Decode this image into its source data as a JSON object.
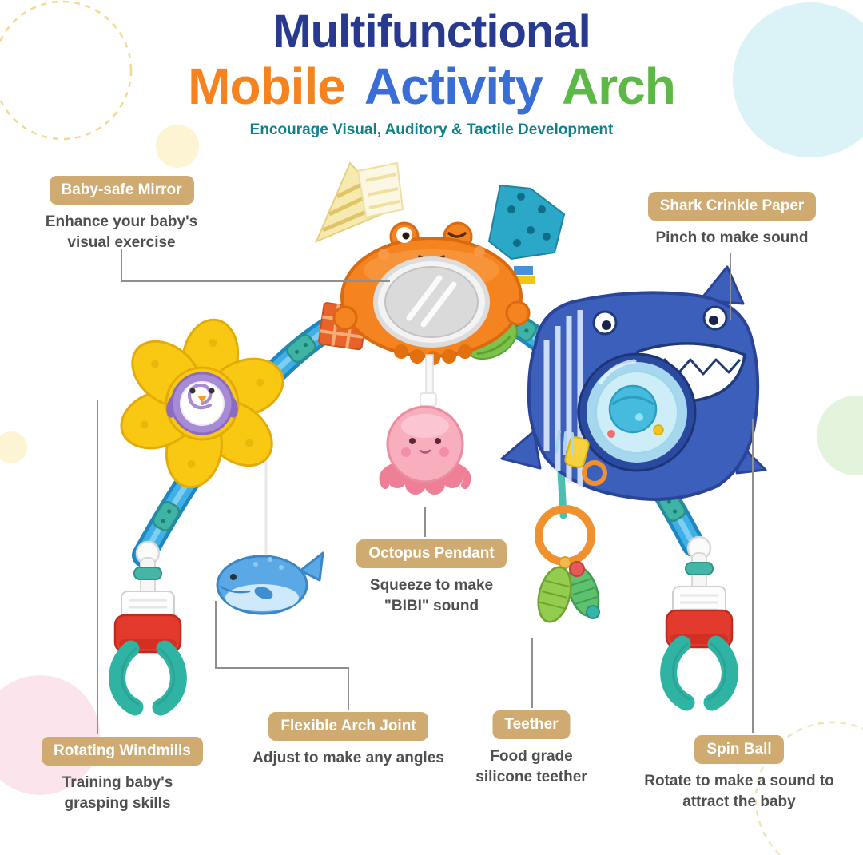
{
  "header": {
    "title_line1": "Multifunctional",
    "title_word_mobile": "Mobile",
    "title_word_activity": "Activity",
    "title_word_arch": "Arch",
    "subtitle": "Encourage Visual, Auditory & Tactile Development"
  },
  "callouts": {
    "mirror": {
      "label": "Baby-safe Mirror",
      "desc": "Enhance your baby's visual exercise"
    },
    "shark": {
      "label": "Shark Crinkle Paper",
      "desc": "Pinch to make sound"
    },
    "octopus": {
      "label": "Octopus Pendant",
      "desc": "Squeeze to make \"BIBI\" sound"
    },
    "windmills": {
      "label": "Rotating Windmills",
      "desc": "Training baby's grasping skills"
    },
    "arch_joint": {
      "label": "Flexible Arch Joint",
      "desc": "Adjust to make any angles"
    },
    "teether": {
      "label": "Teether",
      "desc": "Food grade silicone teether"
    },
    "spin_ball": {
      "label": "Spin Ball",
      "desc": "Rotate to make a sound to attract the baby"
    }
  },
  "colors": {
    "title_navy": "#283a8f",
    "title_orange": "#f6831d",
    "title_blue": "#3a6ed5",
    "title_green": "#5cb947",
    "subtitle_teal": "#12808a",
    "badge_tan": "#cfab72",
    "desc_gray": "#4f4f4f",
    "arch_blue": "#3fb0e5",
    "clamp_red": "#e23b2e",
    "clamp_teal": "#2fb3a3"
  }
}
